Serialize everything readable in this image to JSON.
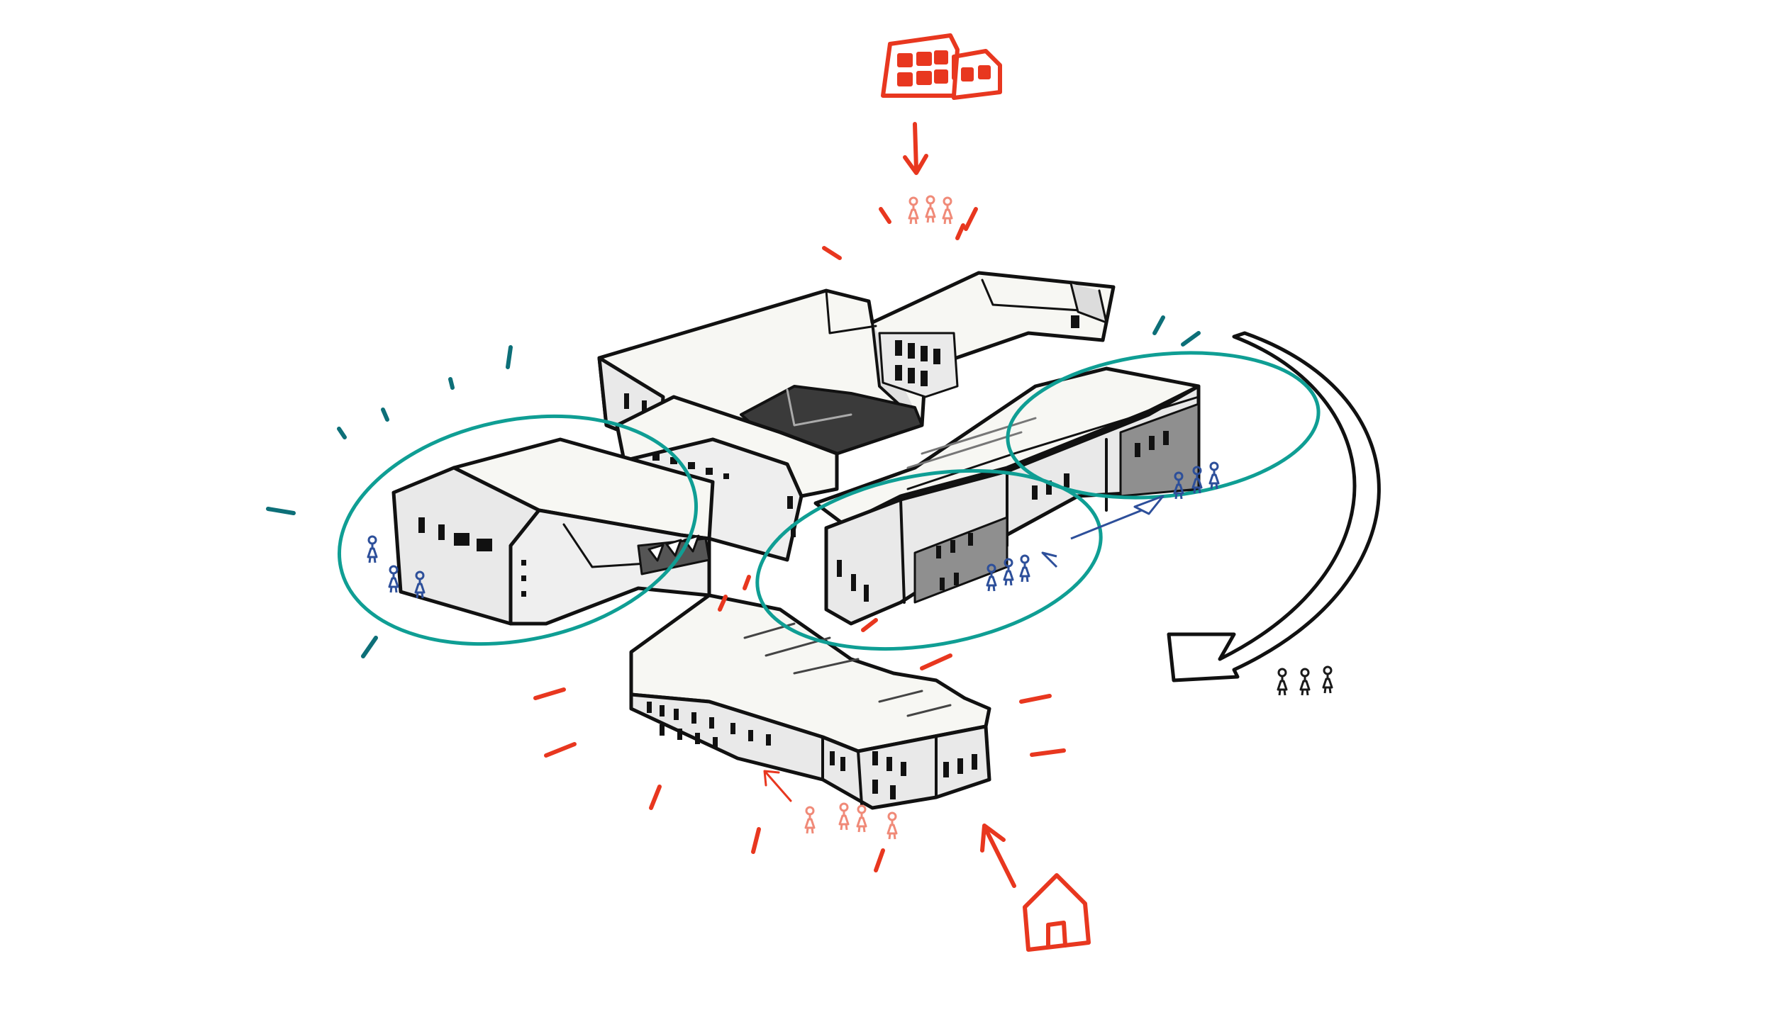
{
  "diagram": {
    "kind": "hand-drawn axonometric site sketch",
    "colors": {
      "ink": "#111111",
      "wall_fill": "#e9e9e9",
      "roof_fill": "#f7f7f3",
      "shade_fill": "#8f8f8f",
      "court_fill": "#3a3a3a",
      "access_red": "#e8371f",
      "people_red": "#f08a78",
      "zone_teal": "#0f9e94",
      "teal_dash": "#0d6f78",
      "people_blue": "#2d4f9a",
      "people_black": "#1a1a1a"
    },
    "icons": {
      "top_building": "house-with-annex-icon",
      "bottom_building": "small-house-icon",
      "people": "stick-figure-icon",
      "flow_arrow": "curved-arrow-icon"
    },
    "elements": {
      "access_points": 2,
      "activity_zones": 3,
      "people_groups": 6
    }
  }
}
